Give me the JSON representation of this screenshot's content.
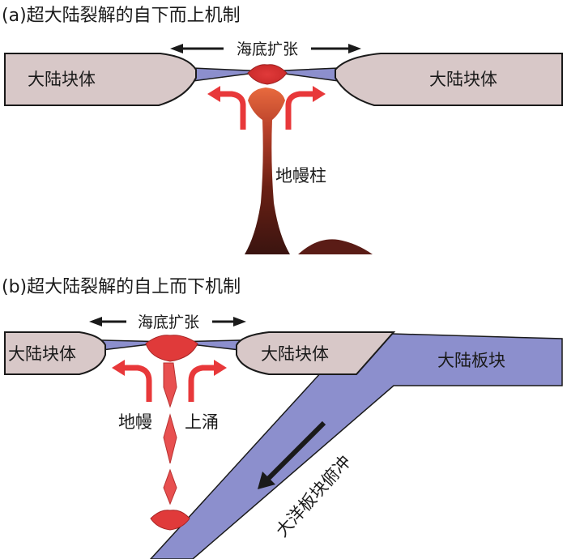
{
  "panel_a": {
    "title": "(a)超大陆裂解的自下而上机制",
    "spreading": "海底扩张",
    "continent_left": "大陆块体",
    "continent_right": "大陆块体",
    "plume": "地幔柱"
  },
  "panel_b": {
    "title": "(b)超大陆裂解的自上而下机制",
    "spreading": "海底扩张",
    "continent_left": "大陆块体",
    "continent_right": "大陆块体",
    "mantle": "地幔",
    "upwelling": "上涌",
    "plate": "大陆板块",
    "subduction": "大洋板块俯冲"
  },
  "colors": {
    "continent_fill": "#d8c8c8",
    "ocean_fill": "#8c8fcd",
    "plume_top": "#e0403a",
    "plume_bottom": "#3a1410",
    "red_arrow": "#e8383a",
    "black_arrow": "#1a1a1a"
  }
}
